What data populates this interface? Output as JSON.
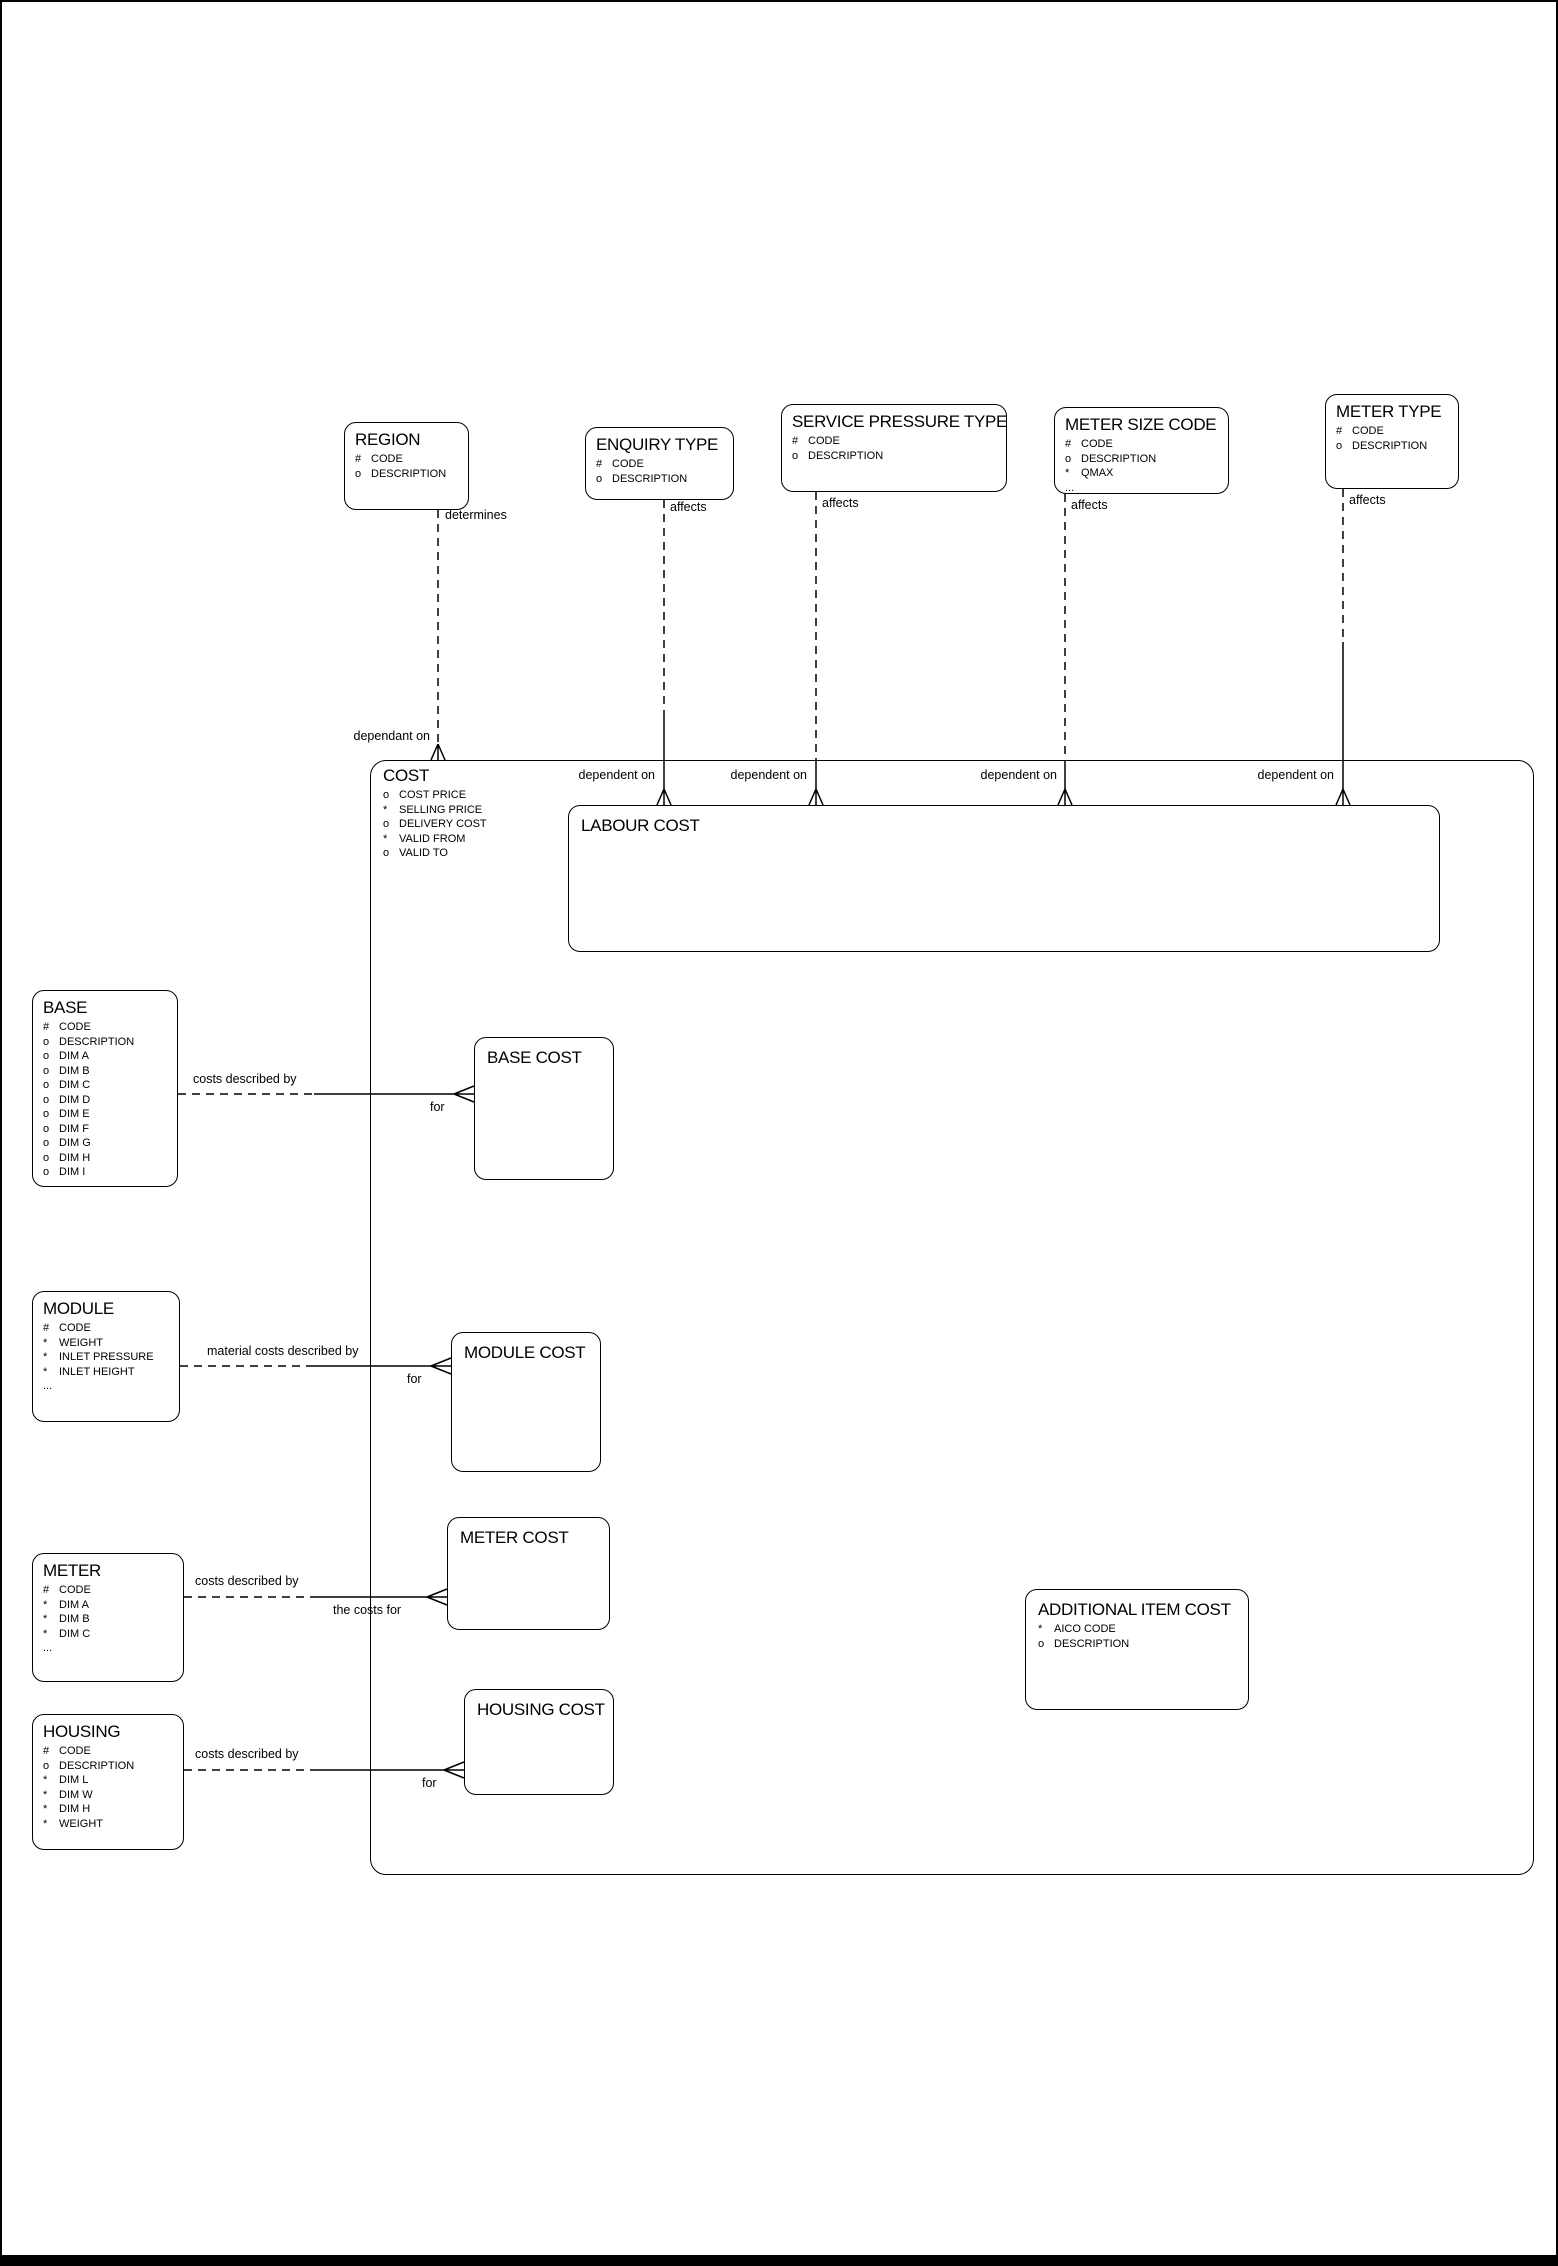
{
  "diagram_title": "COST entity relationship diagram",
  "colors": {
    "background": "#ffffff",
    "line": "#000000",
    "text": "#000000"
  },
  "entities": [
    {
      "title": "REGION",
      "attrs": [
        {
          "tag": "#",
          "name": "CODE"
        },
        {
          "tag": "o",
          "name": "DESCRIPTION"
        }
      ]
    },
    {
      "title": "ENQUIRY TYPE",
      "attrs": [
        {
          "tag": "#",
          "name": "CODE"
        },
        {
          "tag": "o",
          "name": "DESCRIPTION"
        }
      ]
    },
    {
      "title": "SERVICE PRESSURE TYPE",
      "attrs": [
        {
          "tag": "#",
          "name": "CODE"
        },
        {
          "tag": "o",
          "name": "DESCRIPTION"
        }
      ]
    },
    {
      "title": "METER SIZE CODE",
      "attrs": [
        {
          "tag": "#",
          "name": "CODE"
        },
        {
          "tag": "o",
          "name": "DESCRIPTION"
        },
        {
          "tag": "*",
          "name": "QMAX"
        },
        {
          "tag": "...",
          "name": ""
        }
      ]
    },
    {
      "title": "METER TYPE",
      "attrs": [
        {
          "tag": "#",
          "name": "CODE"
        },
        {
          "tag": "o",
          "name": "DESCRIPTION"
        }
      ]
    },
    {
      "title": "BASE",
      "attrs": [
        {
          "tag": "#",
          "name": "CODE"
        },
        {
          "tag": "o",
          "name": "DESCRIPTION"
        },
        {
          "tag": "o",
          "name": "DIM A"
        },
        {
          "tag": "o",
          "name": "DIM B"
        },
        {
          "tag": "o",
          "name": "DIM C"
        },
        {
          "tag": "o",
          "name": "DIM D"
        },
        {
          "tag": "o",
          "name": "DIM E"
        },
        {
          "tag": "o",
          "name": "DIM F"
        },
        {
          "tag": "o",
          "name": "DIM G"
        },
        {
          "tag": "o",
          "name": "DIM H"
        },
        {
          "tag": "o",
          "name": "DIM I"
        }
      ]
    },
    {
      "title": "MODULE",
      "attrs": [
        {
          "tag": "#",
          "name": "CODE"
        },
        {
          "tag": "*",
          "name": "WEIGHT"
        },
        {
          "tag": "*",
          "name": "INLET PRESSURE"
        },
        {
          "tag": "*",
          "name": "INLET HEIGHT"
        },
        {
          "tag": "...",
          "name": ""
        }
      ]
    },
    {
      "title": "METER",
      "attrs": [
        {
          "tag": "#",
          "name": "CODE"
        },
        {
          "tag": "*",
          "name": "DIM A"
        },
        {
          "tag": "*",
          "name": "DIM B"
        },
        {
          "tag": "*",
          "name": "DIM C"
        },
        {
          "tag": "...",
          "name": ""
        }
      ]
    },
    {
      "title": "HOUSING",
      "attrs": [
        {
          "tag": "#",
          "name": "CODE"
        },
        {
          "tag": "o",
          "name": "DESCRIPTION"
        },
        {
          "tag": "*",
          "name": "DIM L"
        },
        {
          "tag": "*",
          "name": "DIM W"
        },
        {
          "tag": "*",
          "name": "DIM H"
        },
        {
          "tag": "*",
          "name": "WEIGHT"
        }
      ]
    }
  ],
  "cost": {
    "title": "COST",
    "attrs": [
      {
        "tag": "o",
        "name": "COST PRICE"
      },
      {
        "tag": "*",
        "name": "SELLING PRICE"
      },
      {
        "tag": "o",
        "name": "DELIVERY COST"
      },
      {
        "tag": "*",
        "name": "VALID FROM"
      },
      {
        "tag": "o",
        "name": "VALID TO"
      }
    ]
  },
  "cost_boxes": [
    {
      "title": "LABOUR COST",
      "attrs": []
    },
    {
      "title": "BASE COST",
      "attrs": []
    },
    {
      "title": "MODULE COST",
      "attrs": []
    },
    {
      "title": "METER COST",
      "attrs": []
    },
    {
      "title": "HOUSING COST",
      "attrs": []
    },
    {
      "title": "ADDITIONAL ITEM COST",
      "attrs": [
        {
          "tag": "*",
          "name": "AICO CODE"
        },
        {
          "tag": "o",
          "name": "DESCRIPTION"
        }
      ]
    }
  ],
  "rels": [
    {
      "from": "REGION",
      "to": "COST",
      "parent_label": "determines",
      "child_label": "dependant on"
    },
    {
      "from": "ENQUIRY TYPE",
      "to": "LABOUR COST",
      "parent_label": "affects",
      "child_label": "dependent on"
    },
    {
      "from": "SERVICE PRESSURE TYPE",
      "to": "LABOUR COST",
      "parent_label": "affects",
      "child_label": "dependent on"
    },
    {
      "from": "METER SIZE CODE",
      "to": "LABOUR COST",
      "parent_label": "affects",
      "child_label": "dependent on"
    },
    {
      "from": "METER TYPE",
      "to": "LABOUR COST",
      "parent_label": "affects",
      "child_label": "dependent on"
    },
    {
      "from": "BASE",
      "to": "BASE COST",
      "parent_label": "costs described by",
      "child_label": "for"
    },
    {
      "from": "MODULE",
      "to": "MODULE COST",
      "parent_label": "material costs described by",
      "child_label": "for"
    },
    {
      "from": "METER",
      "to": "METER COST",
      "parent_label": "costs described by",
      "child_label": "the costs for"
    },
    {
      "from": "HOUSING",
      "to": "HOUSING COST",
      "parent_label": "costs described by",
      "child_label": "for"
    }
  ]
}
